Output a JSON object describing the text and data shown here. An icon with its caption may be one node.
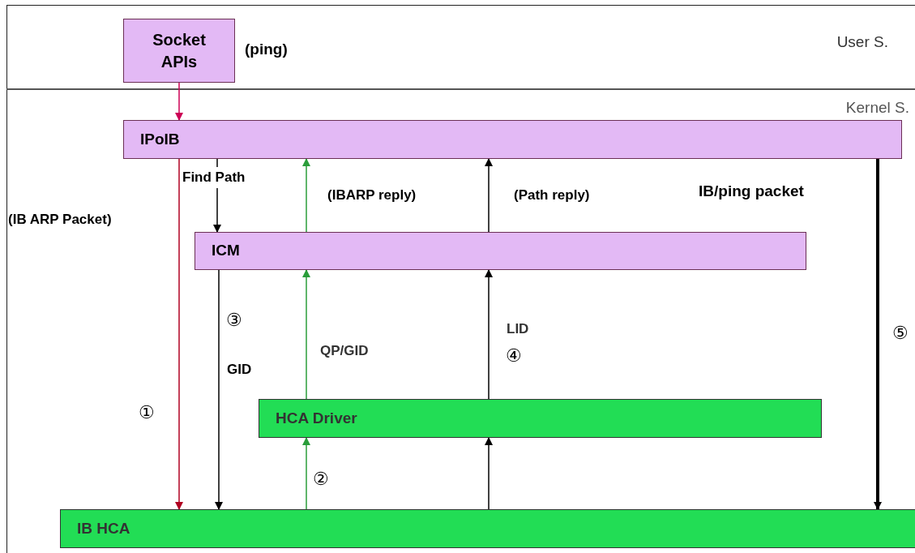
{
  "diagram": {
    "nodes": [
      {
        "text": [
          "Socket APIs"
        ],
        "beside": [
          "(ping)"
        ]
      },
      {
        "text": [
          "IPoIB"
        ]
      },
      {
        "text": [
          "ICM"
        ]
      },
      {
        "text": [
          "HCA Driver"
        ]
      },
      {
        "text": [
          "IB HCA"
        ]
      }
    ],
    "edges": [
      {
        "from": 0,
        "to": 1,
        "arrow": "to",
        "color": "#cc0055"
      },
      {
        "from": 1,
        "to": 4,
        "arrow": "to",
        "color": "#b00020"
      },
      {
        "from": 1,
        "to": 2,
        "arrow": "to",
        "label": "Find Path"
      },
      {
        "from": 2,
        "to": 1,
        "arrow": "to",
        "label": "(IBARP reply)",
        "color": "#2a9d3a"
      },
      {
        "from": 2,
        "to": 1,
        "arrow": "to",
        "label": "(Path reply)"
      },
      {
        "from": 2,
        "to": 4,
        "arrow": "to"
      },
      {
        "from": 3,
        "to": 2,
        "arrow": "to",
        "color": "#2a9d3a"
      },
      {
        "from": 3,
        "to": 2,
        "arrow": "to"
      },
      {
        "from": 4,
        "to": 3,
        "arrow": "to",
        "color": "#2a9d3a"
      },
      {
        "from": 4,
        "to": 3,
        "arrow": "to"
      },
      {
        "from": 1,
        "to": 4,
        "arrow": "to",
        "style": "thick"
      }
    ],
    "labels": [
      "User S.",
      "Kernel S.",
      "(IB ARP Packet)",
      "IB/ping packet",
      "③",
      "GID",
      "QP/GID",
      "LID",
      "④",
      "⑤",
      "①",
      "②"
    ]
  }
}
